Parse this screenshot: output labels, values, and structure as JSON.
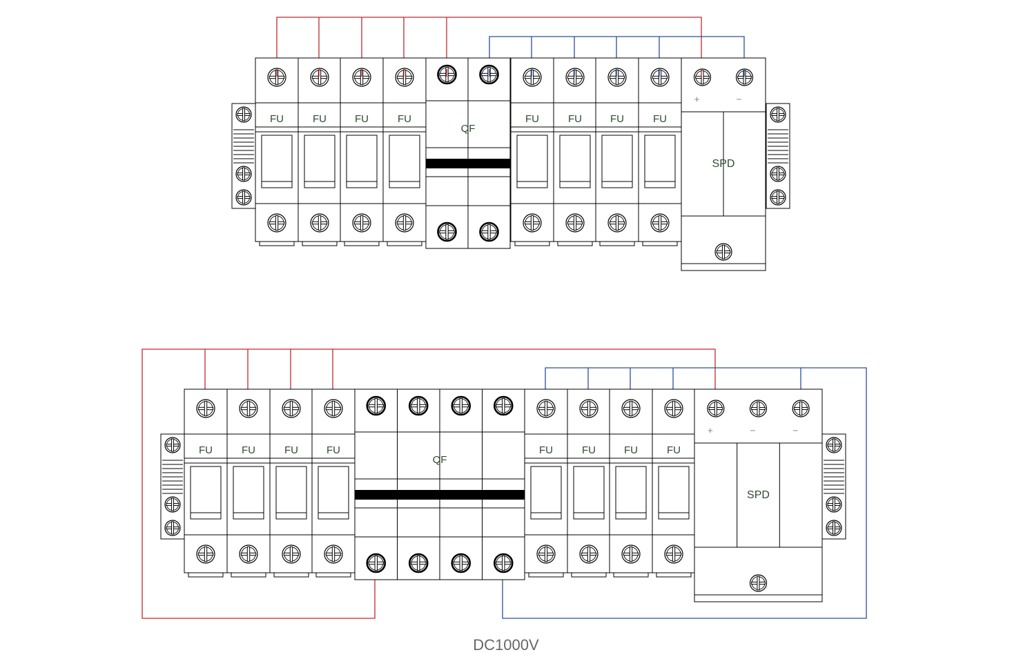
{
  "labels": {
    "fuse": "FU",
    "breaker": "QF",
    "spd": "SPD",
    "plus": "+",
    "minus": "−"
  },
  "caption": "DC1000V",
  "colors": {
    "positive_wire": "#c0282d",
    "negative_wire": "#2a4f9a",
    "outline": "#000000",
    "label_text": "#2e4a2e"
  },
  "icons": [
    "screw-terminal-icon",
    "din-end-stop-icon"
  ]
}
